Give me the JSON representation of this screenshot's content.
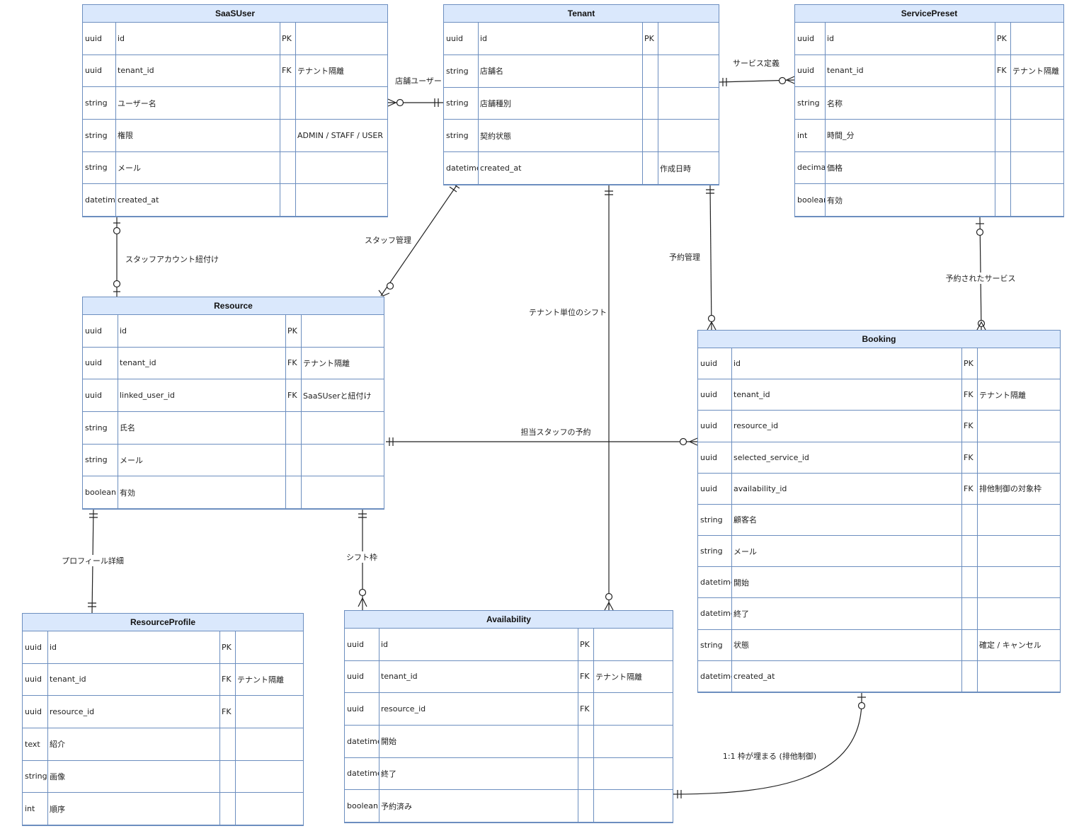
{
  "colors": {
    "entity_border": "#6c8ebf",
    "entity_header": "#dae8fc",
    "line": "#222222"
  },
  "entities": [
    {
      "name": "SaaSUser",
      "rows": [
        [
          "uuid",
          "id",
          "PK",
          ""
        ],
        [
          "uuid",
          "tenant_id",
          "FK",
          "テナント隔離"
        ],
        [
          "string",
          "ユーザー名",
          "",
          ""
        ],
        [
          "string",
          "権限",
          "",
          "ADMIN / STAFF / USER"
        ],
        [
          "string",
          "メール",
          "",
          ""
        ],
        [
          "datetime",
          "created_at",
          "",
          ""
        ]
      ]
    },
    {
      "name": "Tenant",
      "rows": [
        [
          "uuid",
          "id",
          "PK",
          ""
        ],
        [
          "string",
          "店舗名",
          "",
          ""
        ],
        [
          "string",
          "店舗種別",
          "",
          ""
        ],
        [
          "string",
          "契約状態",
          "",
          ""
        ],
        [
          "datetime",
          "created_at",
          "",
          "作成日時"
        ]
      ]
    },
    {
      "name": "ServicePreset",
      "rows": [
        [
          "uuid",
          "id",
          "PK",
          ""
        ],
        [
          "uuid",
          "tenant_id",
          "FK",
          "テナント隔離"
        ],
        [
          "string",
          "名称",
          "",
          ""
        ],
        [
          "int",
          "時間_分",
          "",
          ""
        ],
        [
          "decimal",
          "価格",
          "",
          ""
        ],
        [
          "boolean",
          "有効",
          "",
          ""
        ]
      ]
    },
    {
      "name": "Resource",
      "rows": [
        [
          "uuid",
          "id",
          "PK",
          ""
        ],
        [
          "uuid",
          "tenant_id",
          "FK",
          "テナント隔離"
        ],
        [
          "uuid",
          "linked_user_id",
          "FK",
          "SaaSUserと紐付け"
        ],
        [
          "string",
          "氏名",
          "",
          ""
        ],
        [
          "string",
          "メール",
          "",
          ""
        ],
        [
          "boolean",
          "有効",
          "",
          ""
        ]
      ]
    },
    {
      "name": "Booking",
      "rows": [
        [
          "uuid",
          "id",
          "PK",
          ""
        ],
        [
          "uuid",
          "tenant_id",
          "FK",
          "テナント隔離"
        ],
        [
          "uuid",
          "resource_id",
          "FK",
          ""
        ],
        [
          "uuid",
          "selected_service_id",
          "FK",
          ""
        ],
        [
          "uuid",
          "availability_id",
          "FK",
          "排他制御の対象枠"
        ],
        [
          "string",
          "顧客名",
          "",
          ""
        ],
        [
          "string",
          "メール",
          "",
          ""
        ],
        [
          "datetime",
          "開始",
          "",
          ""
        ],
        [
          "datetime",
          "終了",
          "",
          ""
        ],
        [
          "string",
          "状態",
          "",
          "確定 / キャンセル"
        ],
        [
          "datetime",
          "created_at",
          "",
          ""
        ]
      ]
    },
    {
      "name": "ResourceProfile",
      "rows": [
        [
          "uuid",
          "id",
          "PK",
          ""
        ],
        [
          "uuid",
          "tenant_id",
          "FK",
          "テナント隔離"
        ],
        [
          "uuid",
          "resource_id",
          "FK",
          ""
        ],
        [
          "text",
          "紹介",
          "",
          ""
        ],
        [
          "string",
          "画像",
          "",
          ""
        ],
        [
          "int",
          "順序",
          "",
          ""
        ]
      ]
    },
    {
      "name": "Availability",
      "rows": [
        [
          "uuid",
          "id",
          "PK",
          ""
        ],
        [
          "uuid",
          "tenant_id",
          "FK",
          "テナント隔離"
        ],
        [
          "uuid",
          "resource_id",
          "FK",
          ""
        ],
        [
          "datetime",
          "開始",
          "",
          ""
        ],
        [
          "datetime",
          "終了",
          "",
          ""
        ],
        [
          "boolean",
          "予約済み",
          "",
          ""
        ]
      ]
    }
  ],
  "relationships": [
    {
      "label": "店舗ユーザー"
    },
    {
      "label": "サービス定義"
    },
    {
      "label": "スタッフアカウント紐付け"
    },
    {
      "label": "スタッフ管理"
    },
    {
      "label": "予約管理"
    },
    {
      "label": "予約されたサービス"
    },
    {
      "label": "テナント単位のシフト"
    },
    {
      "label": "担当スタッフの予約"
    },
    {
      "label": "プロフィール詳細"
    },
    {
      "label": "シフト枠"
    },
    {
      "label": "1:1 枠が埋まる (排他制御)"
    }
  ]
}
